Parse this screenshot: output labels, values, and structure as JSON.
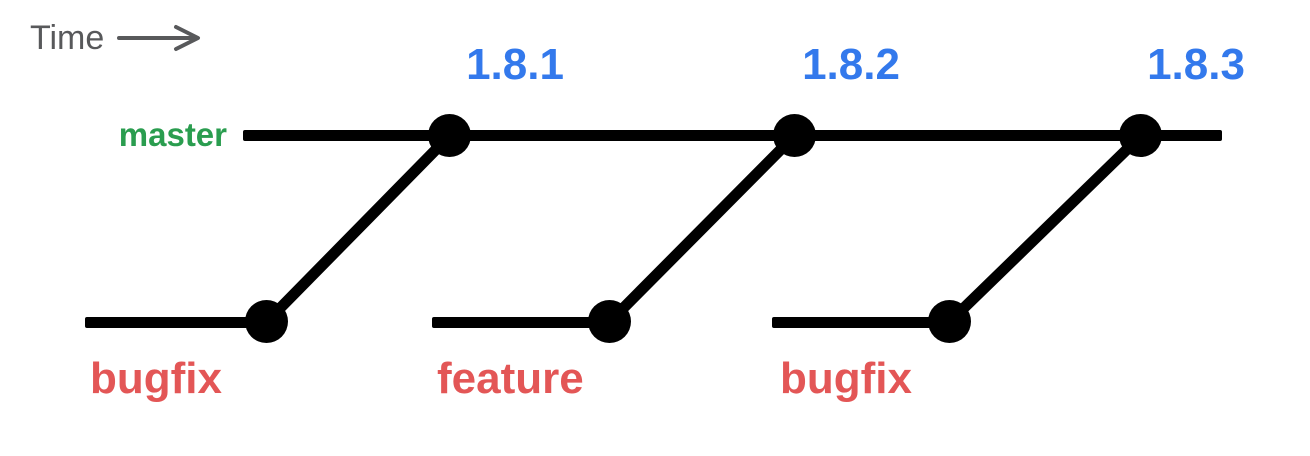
{
  "diagram": {
    "time_axis": {
      "label": "Time",
      "arrow_icon": "right-arrow"
    },
    "master": {
      "label": "master"
    },
    "merges": [
      {
        "branch": "bugfix",
        "release": "1.8.1"
      },
      {
        "branch": "feature",
        "release": "1.8.2"
      },
      {
        "branch": "bugfix",
        "release": "1.8.3"
      }
    ],
    "colors": {
      "background": "#ffffff",
      "line": "#000000",
      "master_label": "#2a9d4f",
      "release_label": "#3379ec",
      "branch_label": "#e35656",
      "time_label": "#58595b"
    }
  }
}
